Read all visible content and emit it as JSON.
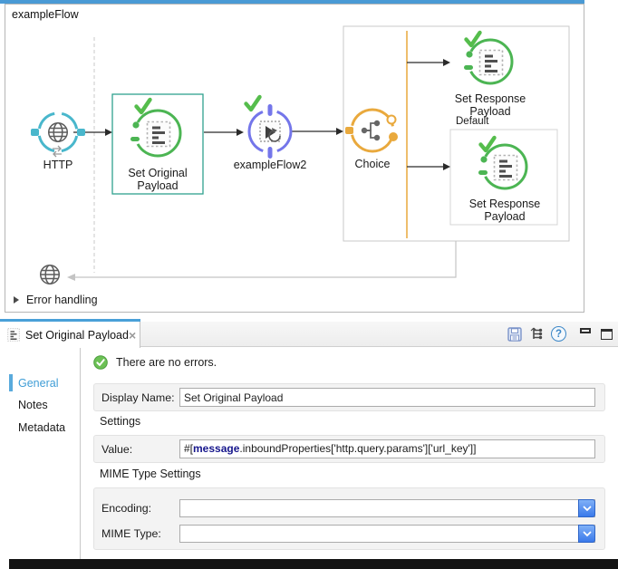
{
  "colors": {
    "accent_blue": "#4a9ad5",
    "http_teal": "#49b7cc",
    "payload_green": "#4cb553",
    "flowref_purple": "#7476ea",
    "choice_orange": "#e9a93d",
    "check_green": "#55bd4c",
    "link_blue": "#3f9dd6",
    "combo_blue": "#3a79ea",
    "selection_teal": "#2fa28e"
  },
  "flow": {
    "title": "exampleFlow",
    "error_handling": "Error handling",
    "default_label": "Default",
    "nodes": {
      "http": "HTTP",
      "set_original_payload": "Set Original Payload",
      "example_flow2": "exampleFlow2",
      "choice": "Choice",
      "set_response_payload_top": "Set Response Payload",
      "set_response_payload_default": "Set Response Payload"
    }
  },
  "panel": {
    "tab_title": "Set Original Payload",
    "close_glyph": "×",
    "help_glyph": "?",
    "sidebar": {
      "items": [
        {
          "label": "General"
        },
        {
          "label": "Notes"
        },
        {
          "label": "Metadata"
        }
      ]
    },
    "status_message": "There are no errors.",
    "display_name_label": "Display Name:",
    "display_name_value": "Set Original Payload",
    "settings_header": "Settings",
    "value_label": "Value:",
    "value_expression": {
      "prefix": "#[",
      "keyword": "message",
      "rest": ".inboundProperties['http.query.params']['url_key']]"
    },
    "mime_header": "MIME Type Settings",
    "encoding_label": "Encoding:",
    "encoding_value": "",
    "mime_type_label": "MIME Type:",
    "mime_type_value": ""
  }
}
